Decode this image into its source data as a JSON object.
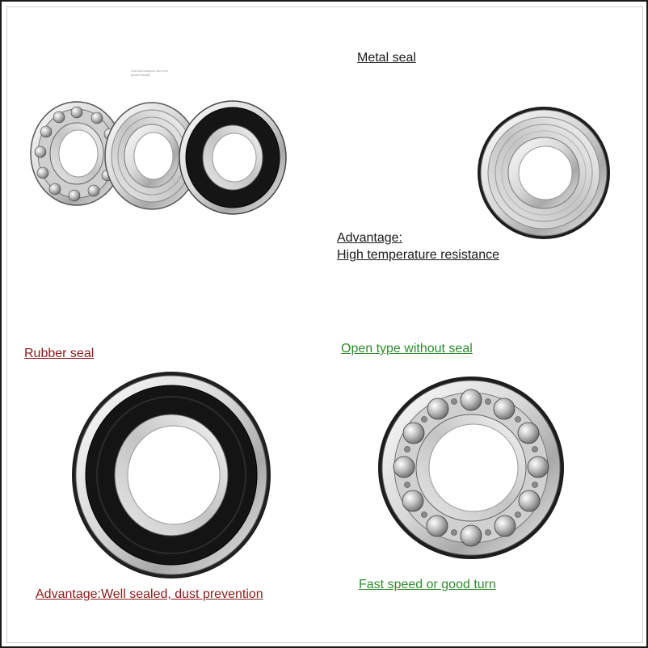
{
  "labels": {
    "metal_seal": "Metal seal",
    "metal_advantage": "Advantage:",
    "metal_advantage_detail": "High temperature resistance",
    "rubber_seal": "Rubber seal",
    "rubber_advantage": "Advantage:Well sealed, dust prevention",
    "open_type": "Open type without seal",
    "open_advantage": "Fast speed or good turn",
    "tiny_caption_line1": "Dust seal dustproof dust from",
    "tiny_caption_line2": "grease leakage"
  },
  "colors": {
    "black_text": "#1a1a1a",
    "rubber_red": "#8b1a1a",
    "open_green": "#2e8b2e",
    "steel_light": "#f2f2f2",
    "steel_dark": "#7a7a7a",
    "rubber_black": "#141414"
  }
}
